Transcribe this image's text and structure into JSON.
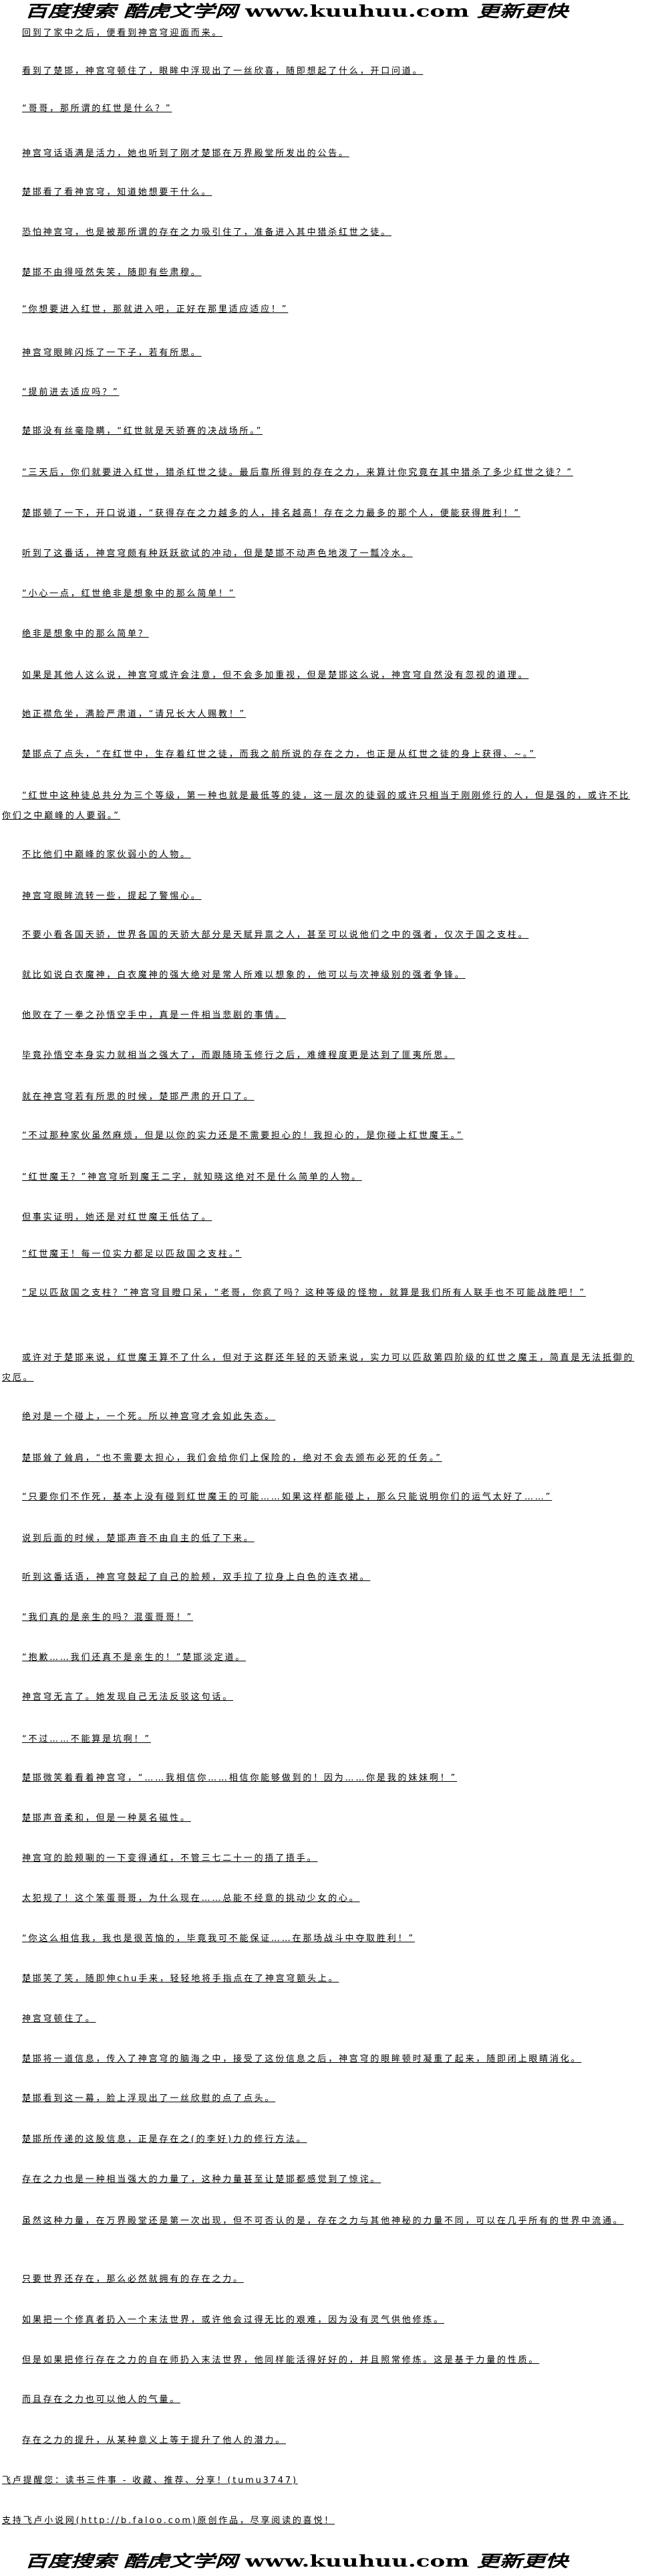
{
  "banner": {
    "part1": "百度搜索 酷虎文学网",
    "url": "www.kuuhuu.com",
    "part2": "更新更快"
  },
  "paragraphs": [
    "回到了家中之后，便看到神宫穹迎面而来。",
    "看到了楚邯，神宫穹顿住了，眼眸中浮现出了一丝欣喜，随即想起了什么，开口问道。",
    "“哥哥，那所谓的红世是什么？”",
    "神宫穹话语满是活力，她也听到了刚才楚邯在万界殿堂所发出的公告。",
    "楚邯看了看神宫穹，知道她想要干什么。",
    "恐怕神宫穹，也是被那所谓的存在之力吸引住了，准备进入其中猎杀红世之徒。",
    "楚邯不由得哑然失笑，随即有些肃穆。",
    "“你想要进入红世，那就进入吧，正好在那里适应适应！”",
    "神宫穹眼眸闪烁了一下子，若有所思。",
    "“提前进去适应吗？”",
    "楚邯没有丝毫隐瞒，“红世就是天骄赛的决战场所。”",
    "“三天后，你们就要进入红世，猎杀红世之徒。最后靠所得到的存在之力，来算计你究竟在其中猎杀了多少红世之徒？”",
    "楚邯顿了一下，开口说道，“获得存在之力越多的人，排名越高！存在之力最多的那个人，便能获得胜利！”",
    "听到了这番话，神宫穹颇有种跃跃欲试的冲动，但是楚邯不动声色地泼了一瓢冷水。",
    "“小心一点，红世绝非是想象中的那么简单！”",
    "绝非是想象中的那么简单？",
    "如果是其他人这么说，神宫穹或许会注意，但不会多加重视，但是楚邯这么说，神宫穹自然没有忽视的道理。",
    "她正襟危坐，满脸严肃道，“请兄长大人赐教！”",
    "楚邯点了点头，“在红世中，生存着红世之徒，而我之前所说的存在之力，也正是从红世之徒的身上获得、~。”",
    "“红世中这种徒总共分为三个等级，第一种也就是最低等的徒，这一层次的徒弱的或许只相当于刚刚修行的人，但是强的，或许不比你们之中巅峰的人要弱。”",
    "不比他们中巅峰的家伙弱小的人物。",
    "神宫穹眼眸流转一些，提起了警惕心。",
    "不要小看各国天骄，世界各国的天骄大部分是天赋异禀之人，甚至可以说他们之中的强者，仅次于国之支柱。",
    "就比如说白衣魔神，白衣魔神的强大绝对是常人所难以想象的，他可以与次神级别的强者争锋。",
    "他败在了一拳之孙悟空手中，真是一件相当悲剧的事情。",
    "毕竟孙悟空本身实力就相当之强大了，而跟随琦玉修行之后，难缠程度更是达到了匪夷所思。",
    "就在神宫穹若有所思的时候，楚邯严肃的开口了。",
    "“不过那种家伙虽然麻烦，但是以你的实力还是不需要担心的！我担心的，是你碰上红世魔王。”",
    "“红世魔王？”神宫穹听到魔王二字，就知晓这绝对不是什么简单的人物。",
    "但事实证明，她还是对红世魔王低估了。",
    "“红世魔王！每一位实力都足以匹敌国之支柱。”",
    "“足以匹敌国之支柱？”神宫穹目瞪口呆，“老哥，你疯了吗？这种等级的怪物，就算是我们所有人联手也不可能战胜吧！”",
    "或许对于楚邯来说，红世魔王算不了什么，但对于这群还年轻的天骄来说，实力可以匹敌第四阶级的红世之魔王，简直是无法抵御的灾厄。",
    "绝对是一个碰上，一个死。所以神宫穹才会如此失态。",
    "楚邯耸了耸肩，“也不需要太担心，我们会给你们上保险的，绝对不会去颁布必死的任务。”",
    "“只要你们不作死，基本上没有碰到红世魔王的可能……如果这样都能碰上，那么只能说明你们的运气太好了……”",
    "说到后面的时候，楚邯声音不由自主的低了下来。",
    "听到这番话语，神宫穹鼓起了自己的脸颊，双手拉了拉身上白色的连衣裙。",
    "“我们真的是亲生的吗？混蛋哥哥！”",
    "“抱歉……我们还真不是亲生的！”楚邯淡定道。",
    "神宫穹无言了。她发现自己无法反驳这句话。",
    "“不过……不能算是坑啊！”",
    "楚邯微笑着看着神宫穹，“……我相信你……相信你能够做到的！因为……你是我的妹妹啊！”",
    "楚邯声音柔和，但是一种莫名磁性。",
    "神宫穹的脸颊唰的一下变得通红，不管三七二十一的捂了捂手。",
    "太犯规了！这个笨蛋哥哥，为什么现在……总能不经意的挑动少女的心。",
    "“你这么相信我，我也是很苦恼的，毕竟我可不能保证……在那场战斗中夺取胜利！”",
    "楚邯笑了笑，随即伸chu手来，轻轻地将手指点在了神宫穹额头上。",
    "神宫穹顿住了。",
    "楚邯将一道信息，传入了神宫穹的脑海之中，接受了这份信息之后，神宫穹的眼眸顿时凝重了起来，随即闭上眼睛消化。",
    "楚邯看到这一幕，脸上浮现出了一丝欣慰的点了点头。",
    "楚邯所传递的这股信息，正是存在之(的李好)力的修行方法。",
    "存在之力也是一种相当强大的力量了，这种力量甚至让楚邯都感觉到了惊诧。",
    "虽然这种力量，在万界殿堂还是第一次出现，但不可否认的是，存在之力与其他神秘的力量不同，可以在几乎所有的世界中流通。",
    "只要世界还存在，那么必然就拥有的存在之力。",
    "如果把一个修真者扔入一个末法世界，或许他会过得无比的艰难，因为没有灵气供他修炼。",
    "但是如果把修行存在之力的自在师扔入末法世界，他同样能活得好好的，并且照常修炼。这是基于力量的性质。",
    "而且存在之力也可以他人的气量。",
    "存在之力的提升，从某种意义上等于提升了他人的潜力。"
  ],
  "footer": {
    "reminder": "飞卢提醒您：读书三件事 - 收藏、推荐、分享！(tumu3747)",
    "support": "支持飞卢小说网(http://b.faloo.com)原创作品，尽享阅读的喜悦！"
  }
}
